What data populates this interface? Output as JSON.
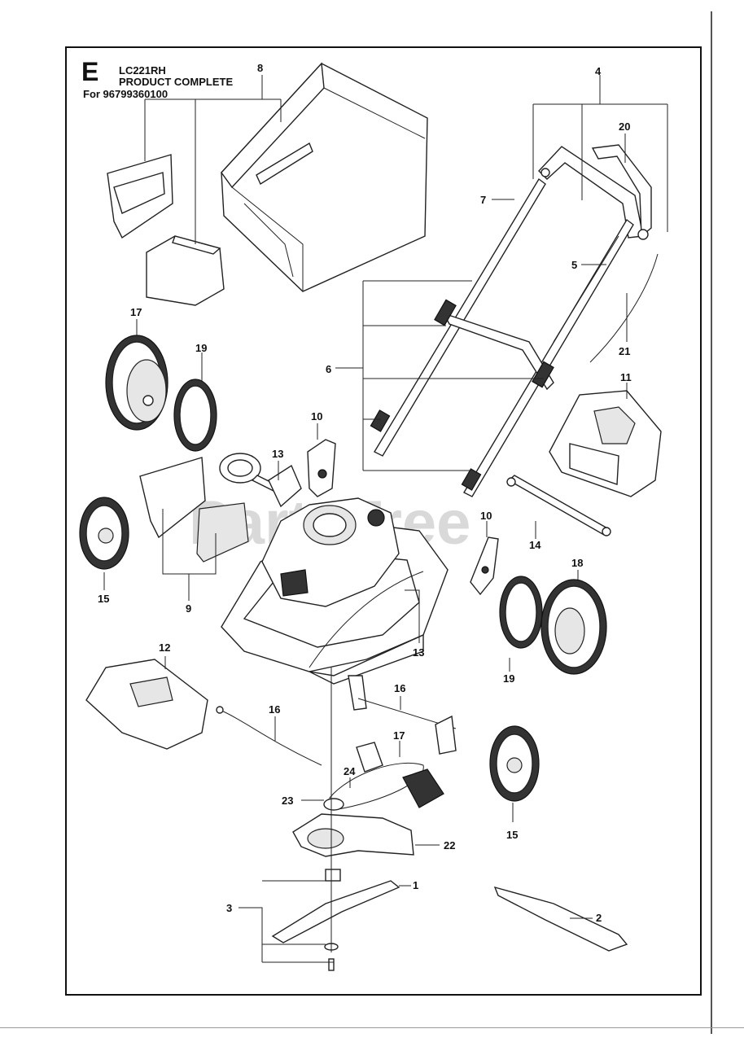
{
  "header": {
    "section_letter": "E",
    "model": "LC221RH",
    "title": "PRODUCT COMPLETE",
    "for_line": "For 96799360100"
  },
  "watermark": "PartsTree",
  "callouts": [
    {
      "id": "c1",
      "label": "1"
    },
    {
      "id": "c2",
      "label": "2"
    },
    {
      "id": "c3",
      "label": "3"
    },
    {
      "id": "c4",
      "label": "4"
    },
    {
      "id": "c5",
      "label": "5"
    },
    {
      "id": "c6",
      "label": "6"
    },
    {
      "id": "c7",
      "label": "7"
    },
    {
      "id": "c8",
      "label": "8"
    },
    {
      "id": "c9",
      "label": "9"
    },
    {
      "id": "c10a",
      "label": "10"
    },
    {
      "id": "c10b",
      "label": "10"
    },
    {
      "id": "c11",
      "label": "11"
    },
    {
      "id": "c12",
      "label": "12"
    },
    {
      "id": "c13a",
      "label": "13"
    },
    {
      "id": "c13b",
      "label": "13"
    },
    {
      "id": "c14",
      "label": "14"
    },
    {
      "id": "c15a",
      "label": "15"
    },
    {
      "id": "c15b",
      "label": "15"
    },
    {
      "id": "c16a",
      "label": "16"
    },
    {
      "id": "c16b",
      "label": "16"
    },
    {
      "id": "c17a",
      "label": "17"
    },
    {
      "id": "c17b",
      "label": "17"
    },
    {
      "id": "c18",
      "label": "18"
    },
    {
      "id": "c19a",
      "label": "19"
    },
    {
      "id": "c19b",
      "label": "19"
    },
    {
      "id": "c20",
      "label": "20"
    },
    {
      "id": "c21",
      "label": "21"
    },
    {
      "id": "c22",
      "label": "22"
    },
    {
      "id": "c23",
      "label": "23"
    },
    {
      "id": "c24",
      "label": "24"
    }
  ]
}
